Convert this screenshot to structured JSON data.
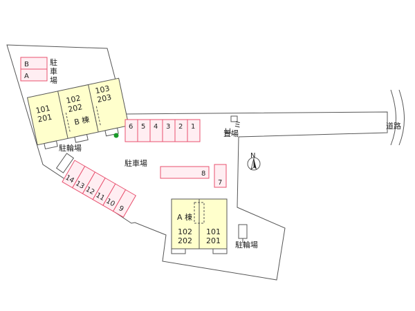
{
  "colors": {
    "lot_fill": "#ffffff",
    "lot_stroke": "#555555",
    "building_fill": "#ffffcc",
    "parking_fill": "#ffeef2",
    "parking_stroke": "#e8506e",
    "tree": "#1a9a2a"
  },
  "labels": {
    "parking_main": "駐車場",
    "parking_top_left": "駐車場",
    "bicycle_left": "駐輪場",
    "bicycle_right": "駐輪場",
    "garbage": "ゴミ置場",
    "road": "道路",
    "north": "N"
  },
  "building_b": {
    "name": "B 棟",
    "units": [
      {
        "upper": "101",
        "lower": "201"
      },
      {
        "upper": "102",
        "lower": "202"
      },
      {
        "upper": "103",
        "lower": "203"
      }
    ]
  },
  "building_a": {
    "name": "A 棟",
    "units": [
      {
        "upper": "102",
        "lower": "202"
      },
      {
        "upper": "101",
        "lower": "201"
      }
    ]
  },
  "parking": {
    "top_left": [
      "B",
      "A"
    ],
    "row_top": [
      "6",
      "5",
      "4",
      "3",
      "2",
      "1"
    ],
    "row_diagonal": [
      "14",
      "13",
      "12",
      "11",
      "10",
      "9"
    ],
    "space_8": "8",
    "space_7": "7"
  }
}
